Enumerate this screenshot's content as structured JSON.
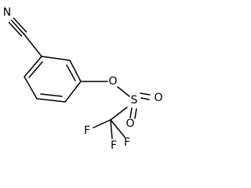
{
  "molecule": {
    "atoms": {
      "nitrile_nitrogen": "N",
      "ester_oxygen": "O",
      "sulfur": "S",
      "sulfonyl_oxygen_upper": "O",
      "sulfonyl_oxygen_lower": "O",
      "fluorine_left": "F",
      "fluorine_right": "F",
      "fluorine_bottom": "F"
    }
  }
}
